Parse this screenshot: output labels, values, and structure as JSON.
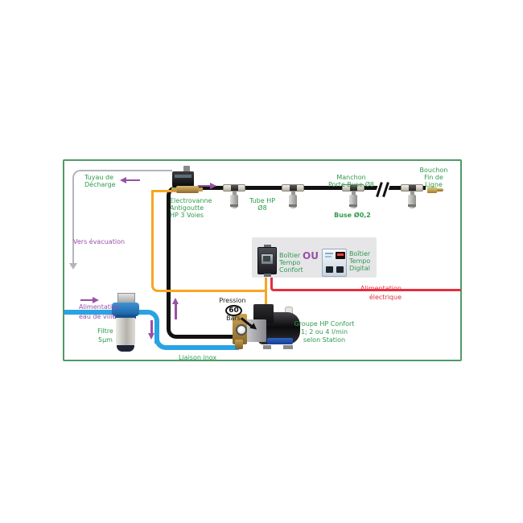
{
  "colors": {
    "label_green": "#2f9a4e",
    "label_purple": "#9850a8",
    "power_red": "#e62e3e",
    "command_orange": "#f6a623",
    "water_blue": "#29a3e3",
    "hp_tube_black": "#111111",
    "discharge_gray": "#b4b4bc",
    "frame_border_green": "#4f9a68",
    "panel_gray": "#e6e6e9"
  },
  "labels": {
    "discharge_pipe": "Tuyau de\nDécharge",
    "to_drain": "Vers évacuation",
    "solenoid_valve": "Electrovanne\nAntigoutte\nHP 3 Voies",
    "hp_tube": "Tube HP\nØ8",
    "nozzle_sleeve": "Manchon\nPorte-Buse Ø8",
    "end_cap": "Bouchon\nFin de\nLigne",
    "nozzle": "Buse Ø0,2",
    "box_confort": "Boîtier\nTempo\nConfort",
    "or": "OU",
    "box_digital": "Boîtier\nTempo\nDigital",
    "power_supply": "Alimentation\nélectrique",
    "water_supply": "Alimentation\neau de ville",
    "filter": "Filtre\n5µm",
    "stainless_link": "Liaison inox",
    "pressure_word": "Pression",
    "pressure_value": "60",
    "pressure_unit": "Bars",
    "pump_group": "Groupe HP Confort\n1; 2 ou 4 l/min\nselon Station"
  }
}
